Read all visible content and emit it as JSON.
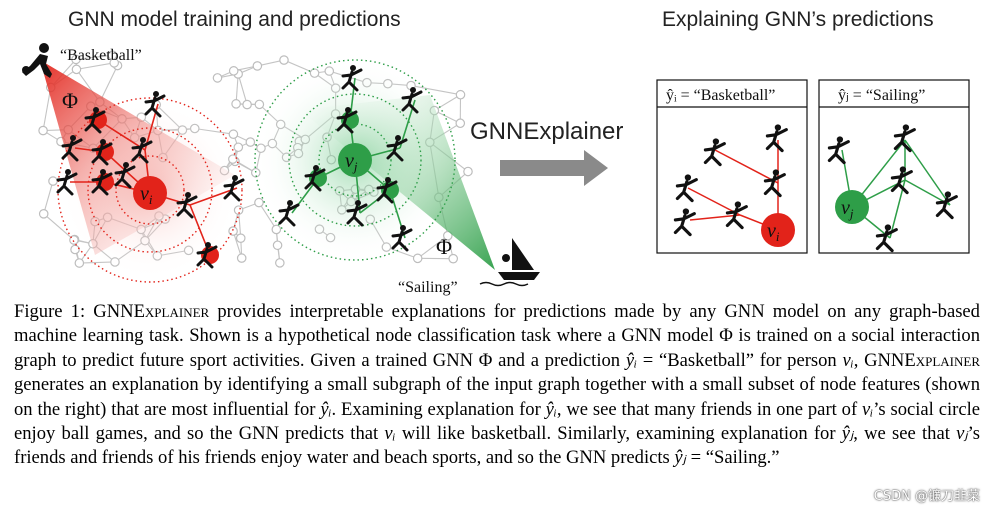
{
  "headings": {
    "left": "GNN model training and predictions",
    "right": "Explaining GNN’s predictions"
  },
  "labels": {
    "basketball_quote": "“Basketball”",
    "sailing_quote": "“Sailing”",
    "phi": "Φ",
    "vi": "v",
    "vi_sub": "i",
    "vj": "v",
    "vj_sub": "j",
    "arrow_text": "GNNExplainer",
    "panel_i_title": "ŷᵢ = “Basketball”",
    "panel_j_title": "ŷⱼ = “Sailing”"
  },
  "caption": {
    "s1": "Figure 1: ",
    "s2": "GNNExplainer",
    "s3": " provides interpretable explanations for predictions made by any GNN model on any graph-based machine learning task. Shown is a hypothetical node classification task where a GNN model Φ is trained on a social interaction graph to predict future sport activities. Given a trained GNN Φ and a prediction ",
    "s4": "ŷᵢ",
    "s5": " = “Basketball” for person ",
    "s6": "vᵢ",
    "s7": ", ",
    "s8": "GNNExplainer",
    "s9": " generates an explanation by identifying a small subgraph of the input graph together with a small subset of node features (shown on the right) that are most influential for ",
    "s10": "ŷᵢ",
    "s11": ". Examining explanation for ",
    "s12": "ŷᵢ",
    "s13": ", we see that many friends in one part of ",
    "s14": "vᵢ",
    "s15": "’s social circle enjoy ball games, and so the GNN predicts that ",
    "s16": "vᵢ",
    "s17": " will like basketball. Similarly, examining explanation for ",
    "s18": "ŷⱼ",
    "s19": ", we see that ",
    "s20": "vⱼ",
    "s21": "’s friends and friends of his friends enjoy water and beach sports, and so the GNN predicts ",
    "s22": "ŷⱼ",
    "s23": " = “Sailing.”"
  },
  "watermark": "CSDN @镰刀韭菜",
  "colors": {
    "red": "#e2231a",
    "green": "#2e9e48",
    "gray": "#b8b8b8",
    "arrow": "#8a8a8a"
  }
}
